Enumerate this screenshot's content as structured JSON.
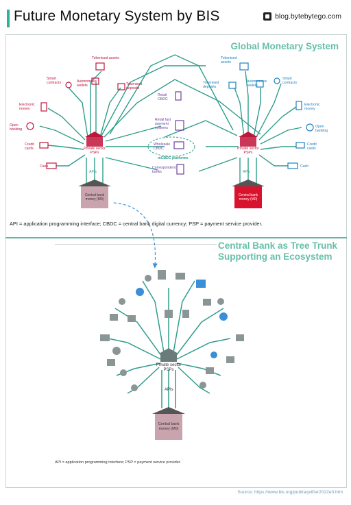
{
  "header": {
    "title": "Future Monetary System by BIS",
    "brand": "blog.bytebytego.com",
    "brand_icon": "bytebytego-logo-icon"
  },
  "top_panel": {
    "heading": "Global Monetary System",
    "left_tree": {
      "trunk": "Central bank money (M0)",
      "apis": "APIs",
      "hub": "Private sector PSPs",
      "branches": [
        "Tokenised assets",
        "Smart contracts",
        "Autonomous wallets",
        "Tokenised deposits",
        "Electronic money",
        "Open banking",
        "Credit cards",
        "Cash"
      ]
    },
    "right_tree": {
      "trunk": "Central bank money (M0)",
      "apis": "APIs",
      "hub": "Private sector PSPs",
      "branches": [
        "Tokenised assets",
        "Tokenised deposits",
        "Autonomous wallets",
        "Smart contracts",
        "Electronic money",
        "Open banking",
        "Credit cards",
        "Cash"
      ]
    },
    "center": {
      "retail_cbdc": "Retail CBDC",
      "fast_payment": "Retail fast payment systems",
      "wholesale": "Wholesale CBDC",
      "mcbdc": "mCBDC platforms",
      "correspondent": "Correspondent banks"
    },
    "caption": "API = application programming interface; CBDC = central bank digital currency; PSP = payment service provider."
  },
  "bottom_panel": {
    "heading_line1": "Central Bank as Tree Trunk",
    "heading_line2": "Supporting an Ecosystem",
    "hub": "Private sector PSPs",
    "apis": "APIs",
    "trunk": "Central bank money (M0)",
    "caption": "API = application programming interface; PSP = payment service provider."
  },
  "footer": {
    "source": "Source: https://www.bis.org/publ/arpdf/ar2022e3.htm"
  },
  "colors": {
    "teal": "#2e9d8c",
    "heading": "#66bfa9",
    "left_accent": "#c0143c",
    "right_accent": "#1c7fc2",
    "center_accent": "#6b3fa0",
    "trunk_red": "#d9122e",
    "trunk_mauve": "#c9a3ad"
  }
}
